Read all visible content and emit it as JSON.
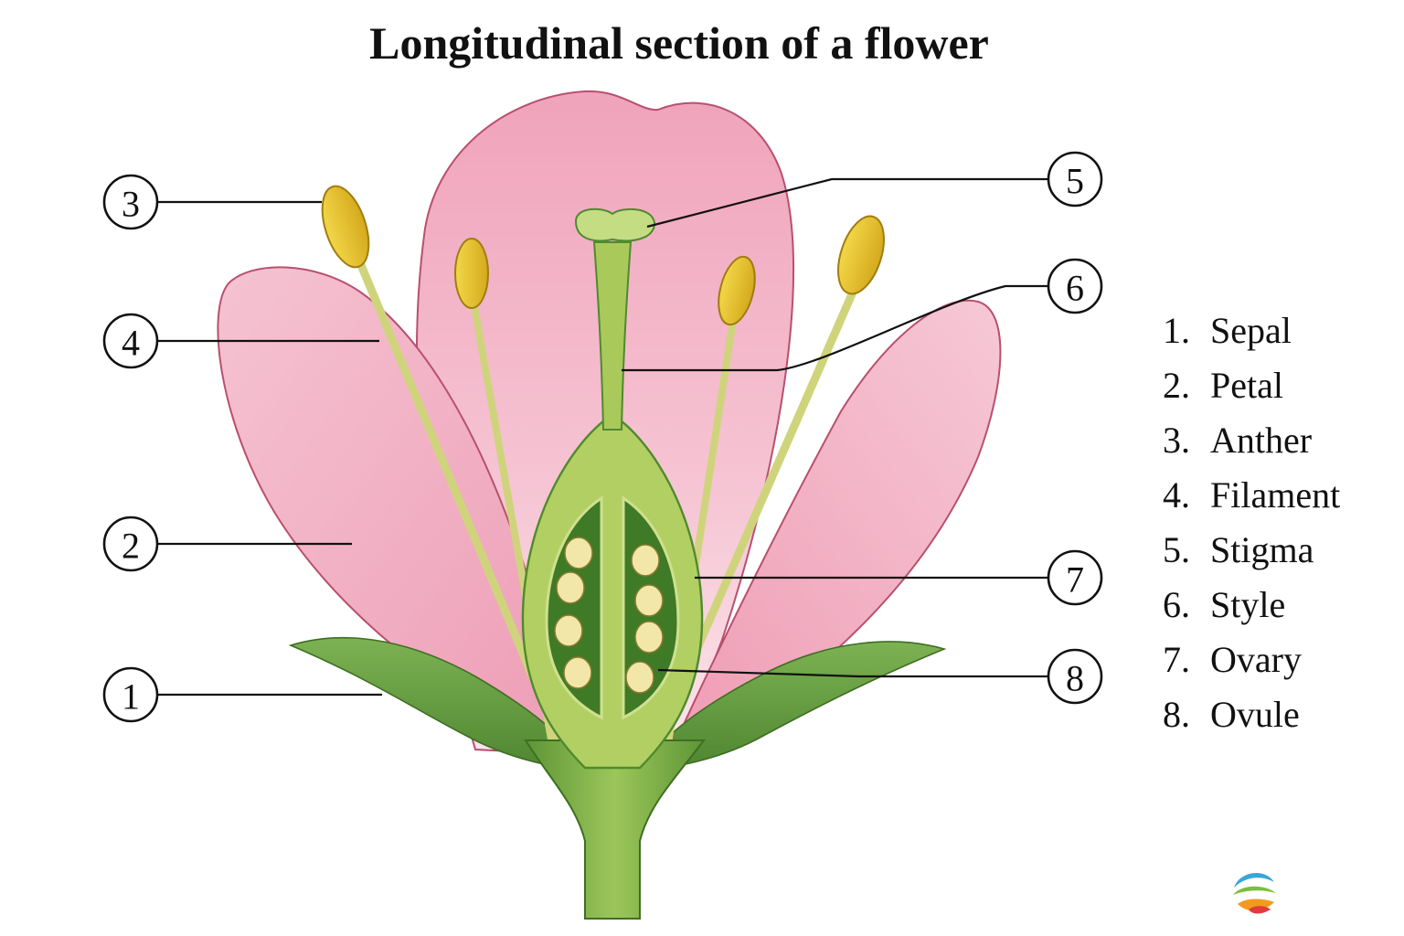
{
  "title": "Longitudinal section of a flower",
  "callouts": {
    "c1": "1",
    "c2": "2",
    "c3": "3",
    "c4": "4",
    "c5": "5",
    "c6": "6",
    "c7": "7",
    "c8": "8"
  },
  "legend": [
    {
      "num": "1.",
      "name": "Sepal"
    },
    {
      "num": "2.",
      "name": "Petal"
    },
    {
      "num": "3.",
      "name": "Anther"
    },
    {
      "num": "4.",
      "name": "Filament"
    },
    {
      "num": "5.",
      "name": "Stigma"
    },
    {
      "num": "6.",
      "name": "Style"
    },
    {
      "num": "7.",
      "name": "Ovary"
    },
    {
      "num": "8.",
      "name": "Ovule"
    }
  ],
  "colors": {
    "petal": "#f2b5c8",
    "petal_edge": "#b8506e",
    "sepal": "#5f9a3c",
    "pistil": "#a9c95a",
    "ovary_cavity": "#3f7a26",
    "ovule": "#f2e6a8",
    "anther": "#e8c52a",
    "filament": "#d9dc8a"
  },
  "icons": [
    "logo-icon"
  ]
}
